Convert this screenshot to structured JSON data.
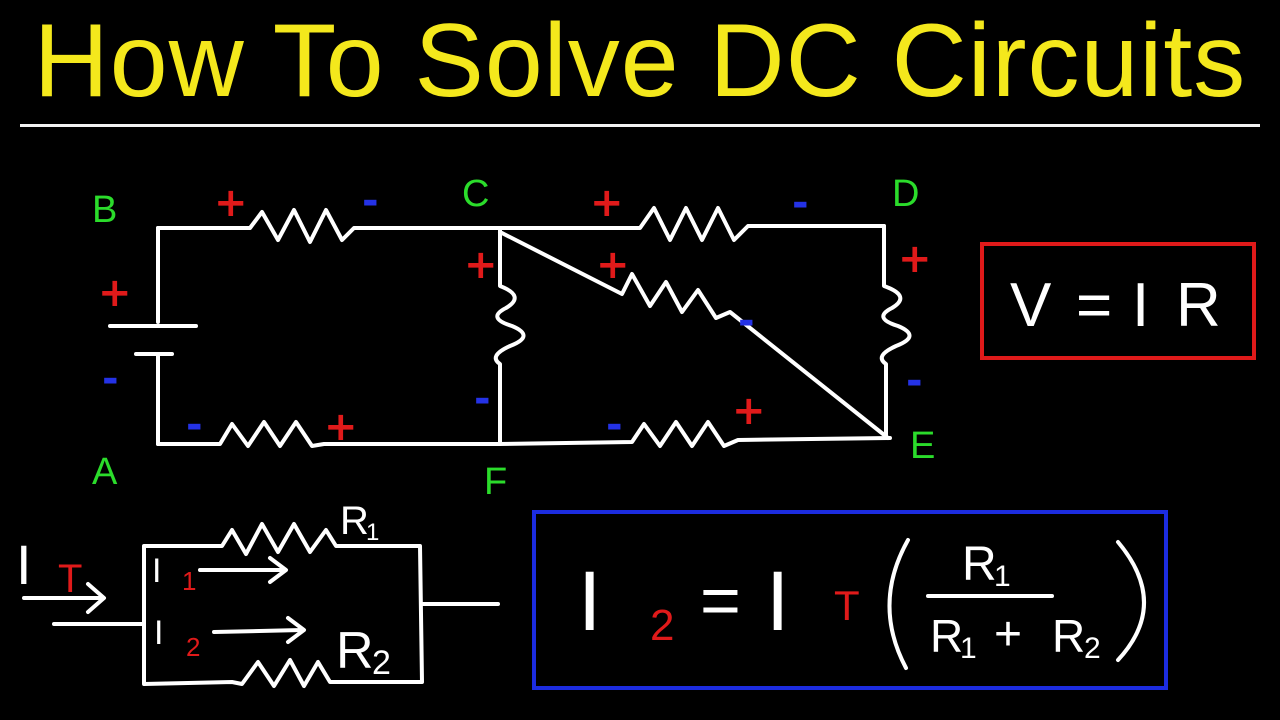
{
  "title": "How To Solve DC Circuits",
  "nodes": {
    "a": "A",
    "b": "B",
    "c": "C",
    "d": "D",
    "e": "E",
    "f": "F"
  },
  "signs": {
    "plus": "+",
    "minus": "-"
  },
  "ohms_law": {
    "v": "V",
    "eq": "=",
    "i": "I",
    "r": "R"
  },
  "parallel": {
    "total_current_letter": "I",
    "total_current_sub": "T",
    "branch1_letter": "I",
    "branch1_sub": "1",
    "branch2_letter": "I",
    "branch2_sub": "2",
    "r1": "R",
    "r1_sub": "1",
    "r2": "R",
    "r2_sub": "2"
  },
  "current_divider": {
    "lhs_letter": "I",
    "lhs_sub": "2",
    "eq": "=",
    "it_letter": "I",
    "it_sub": "T",
    "num_letter": "R",
    "num_sub": "1",
    "den_r1_letter": "R",
    "den_r1_sub": "1",
    "den_plus": "+",
    "den_r2_letter": "R",
    "den_r2_sub": "2"
  },
  "colors": {
    "title": "#f4e81c",
    "node_label": "#2bdc2b",
    "plus_sign": "#e01a1a",
    "minus_sign": "#2432e6",
    "ohms_box": "#e01a1a",
    "divider_box": "#1c2ce0"
  }
}
